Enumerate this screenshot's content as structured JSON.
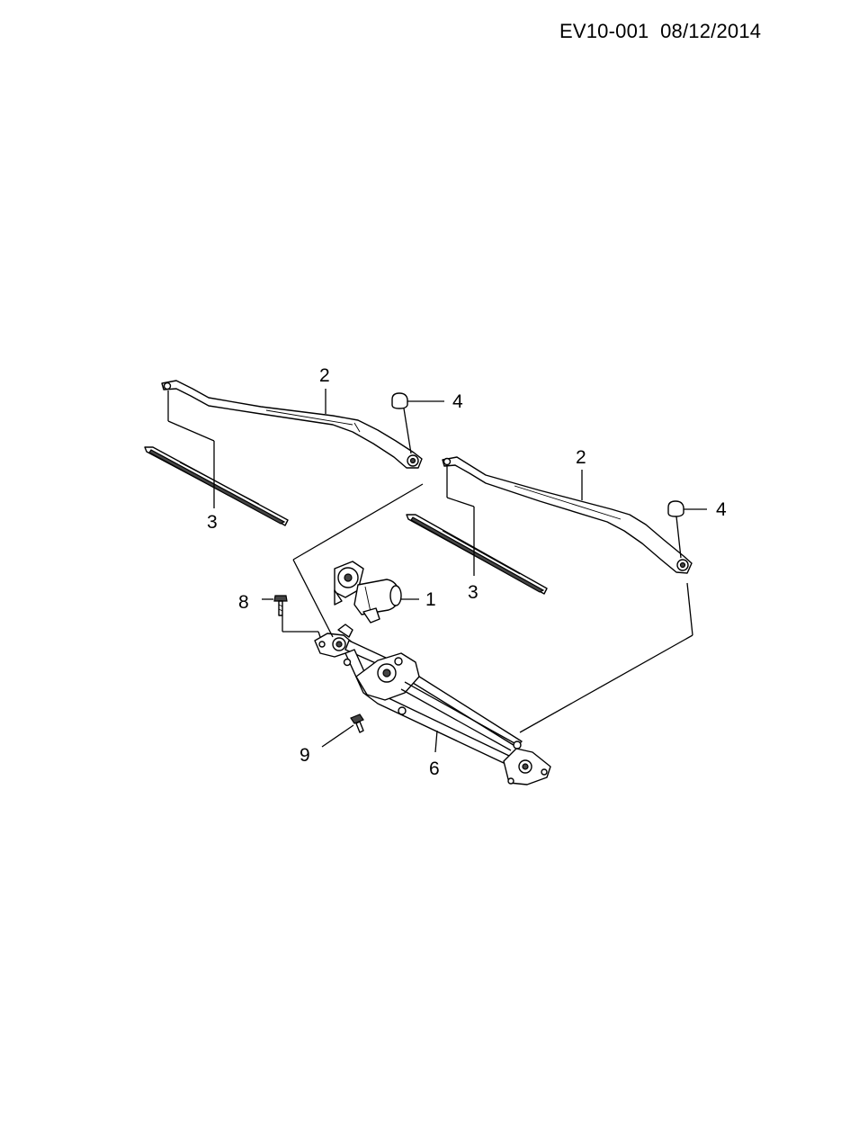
{
  "header": {
    "doc_code": "EV10-001",
    "date": "08/12/2014"
  },
  "callouts": {
    "c1": "1",
    "c2a": "2",
    "c2b": "2",
    "c3a": "3",
    "c3b": "3",
    "c4a": "4",
    "c4b": "4",
    "c6": "6",
    "c8": "8",
    "c9": "9"
  }
}
